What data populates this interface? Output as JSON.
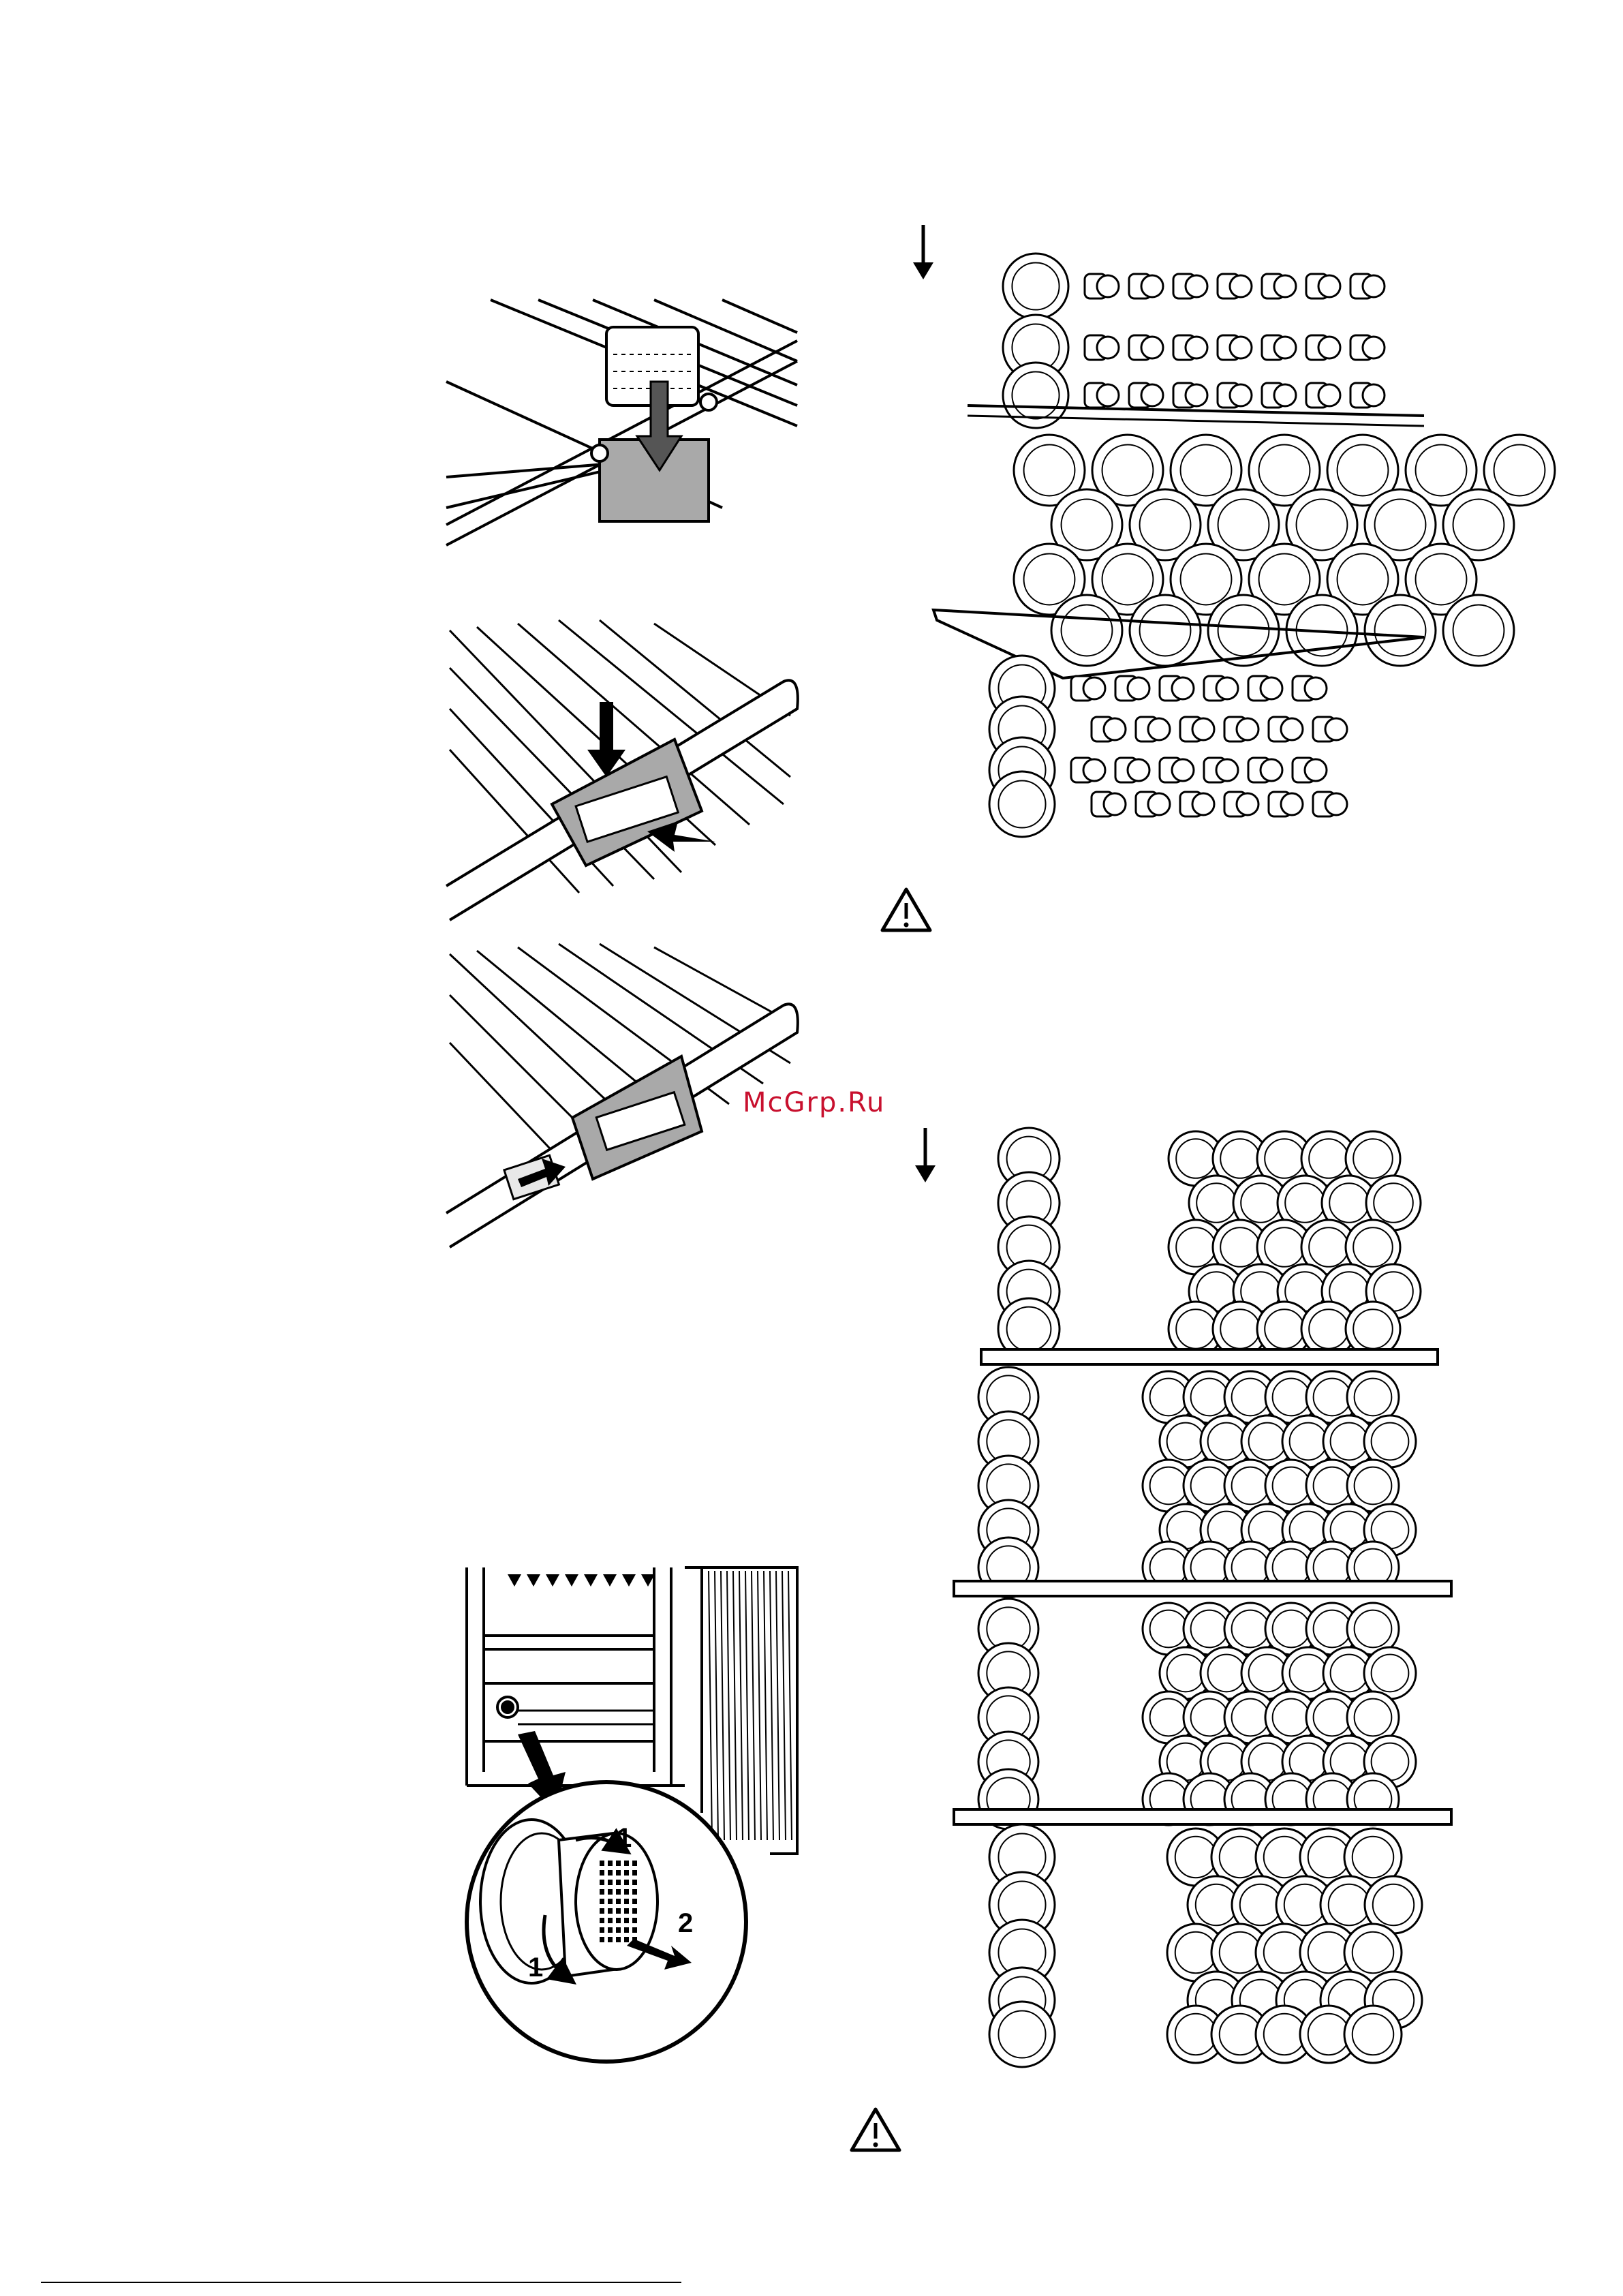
{
  "watermark": {
    "text": "McGrp.Ru",
    "color": "#c8102e"
  },
  "filter_callouts": {
    "step_rotate_top": "1",
    "step_rotate_left": "1",
    "step_pull": "2"
  },
  "icons": {
    "warning_top": "warning-triangle-icon",
    "warning_bottom": "warning-triangle-icon",
    "arrow_top": "down-arrow-icon",
    "arrow_middle": "down-arrow-icon"
  },
  "colors": {
    "ink": "#000000",
    "label_fill": "#a9a9a9",
    "background": "#ffffff"
  }
}
